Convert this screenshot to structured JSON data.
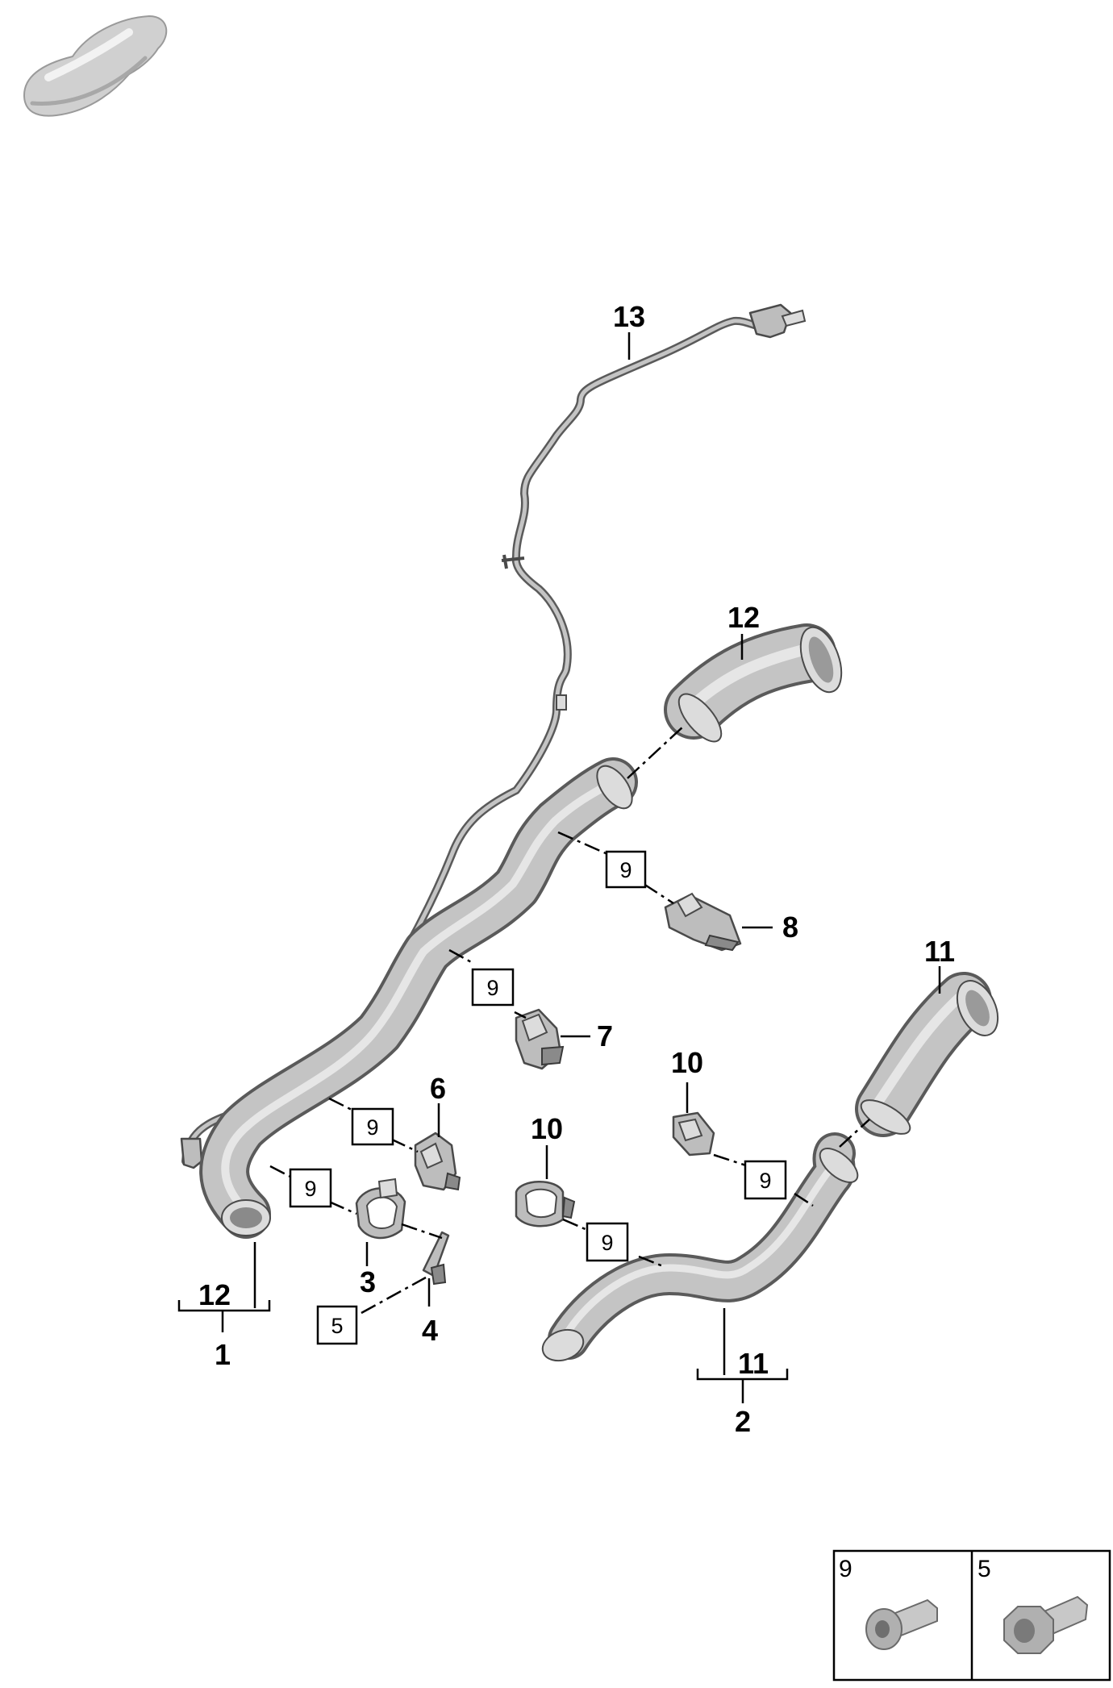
{
  "callouts": {
    "c1": "1",
    "c2": "2",
    "c3": "3",
    "c4": "4",
    "c6": "6",
    "c7": "7",
    "c8": "8",
    "c10a": "10",
    "c10b": "10",
    "c11a": "11",
    "c11b": "11",
    "c12a": "12",
    "c12b": "12",
    "c13": "13"
  },
  "boxed": {
    "b9a": "9",
    "b9b": "9",
    "b9c": "9",
    "b9d": "9",
    "b9e": "9",
    "b9f": "9",
    "b5": "5"
  },
  "legend": {
    "left_label": "9",
    "right_label": "5",
    "left_icon": "screw-icon",
    "right_icon": "bolt-icon"
  },
  "thumbnail_icon": "car-icon",
  "colors": {
    "part_fill": "#bdbdbd",
    "outline": "#4a4a4a",
    "line": "#000000"
  }
}
